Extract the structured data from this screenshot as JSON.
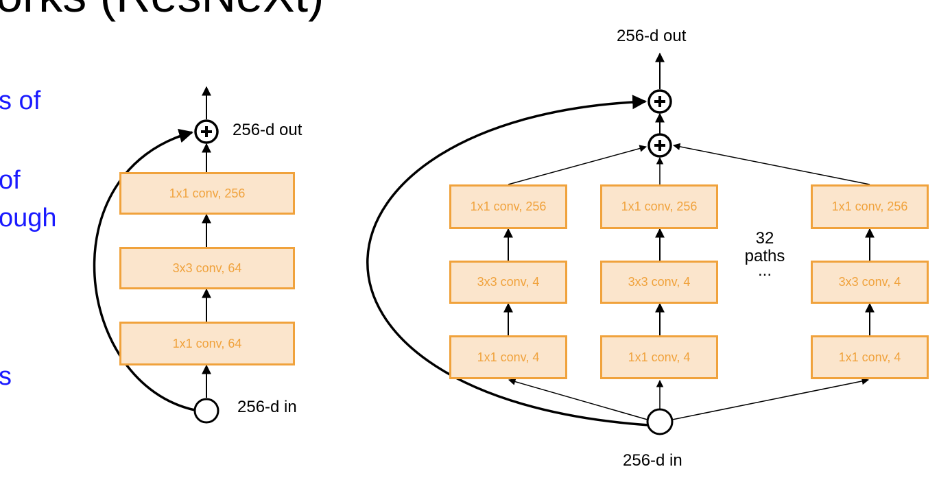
{
  "slide": {
    "title": "orks (ResNeXt)",
    "bullets": [
      "s of",
      "of",
      "ough",
      "s"
    ]
  },
  "left_block": {
    "boxes": [
      "1x1 conv, 256",
      "3x3 conv, 64",
      "1x1 conv, 64"
    ],
    "out_label": "256-d out",
    "in_label": "256-d in"
  },
  "right_block": {
    "out_label": "256-d out",
    "in_label": "256-d in",
    "paths_label": "32\npaths",
    "ellipsis": "...",
    "columns": [
      [
        "1x1 conv, 256",
        "3x3 conv, 4",
        "1x1 conv, 4"
      ],
      [
        "1x1 conv, 256",
        "3x3 conv, 4",
        "1x1 conv, 4"
      ],
      [
        "1x1 conv, 256",
        "3x3 conv, 4",
        "1x1 conv, 4"
      ]
    ]
  },
  "colors": {
    "box_fill": "#fbe5cc",
    "box_border": "#f0a23c",
    "bullet_text": "#1a1aff"
  }
}
